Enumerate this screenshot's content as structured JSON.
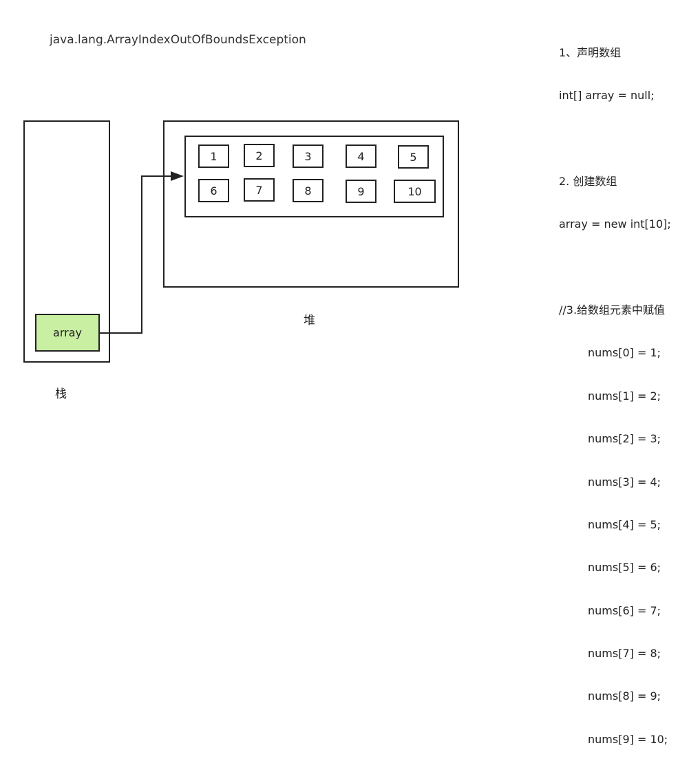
{
  "exception_text": "java.lang.ArrayIndexOutOfBoundsException",
  "stack": {
    "label": "栈",
    "variable": "array"
  },
  "heap": {
    "label": "堆",
    "cells": [
      "1",
      "2",
      "3",
      "4",
      "5",
      "6",
      "7",
      "8",
      "9",
      "10"
    ]
  },
  "code": {
    "step1_title": "1、声明数组",
    "step1_code": "int[] array = null;",
    "step2_title": "2. 创建数组",
    "step2_code": "array = new int[10];",
    "step3_title": "//3.给数组元素中赋值",
    "assignments": [
      "nums[0] = 1;",
      "nums[1] = 2;",
      "nums[2] = 3;",
      "nums[3] = 4;",
      "nums[4] = 5;",
      "nums[5] = 6;",
      "nums[6] = 7;",
      "nums[7] = 8;",
      "nums[8] = 9;",
      "nums[9] = 10;"
    ]
  },
  "colors": {
    "variable_fill": "#c9f0a2",
    "stroke": "#222222"
  }
}
